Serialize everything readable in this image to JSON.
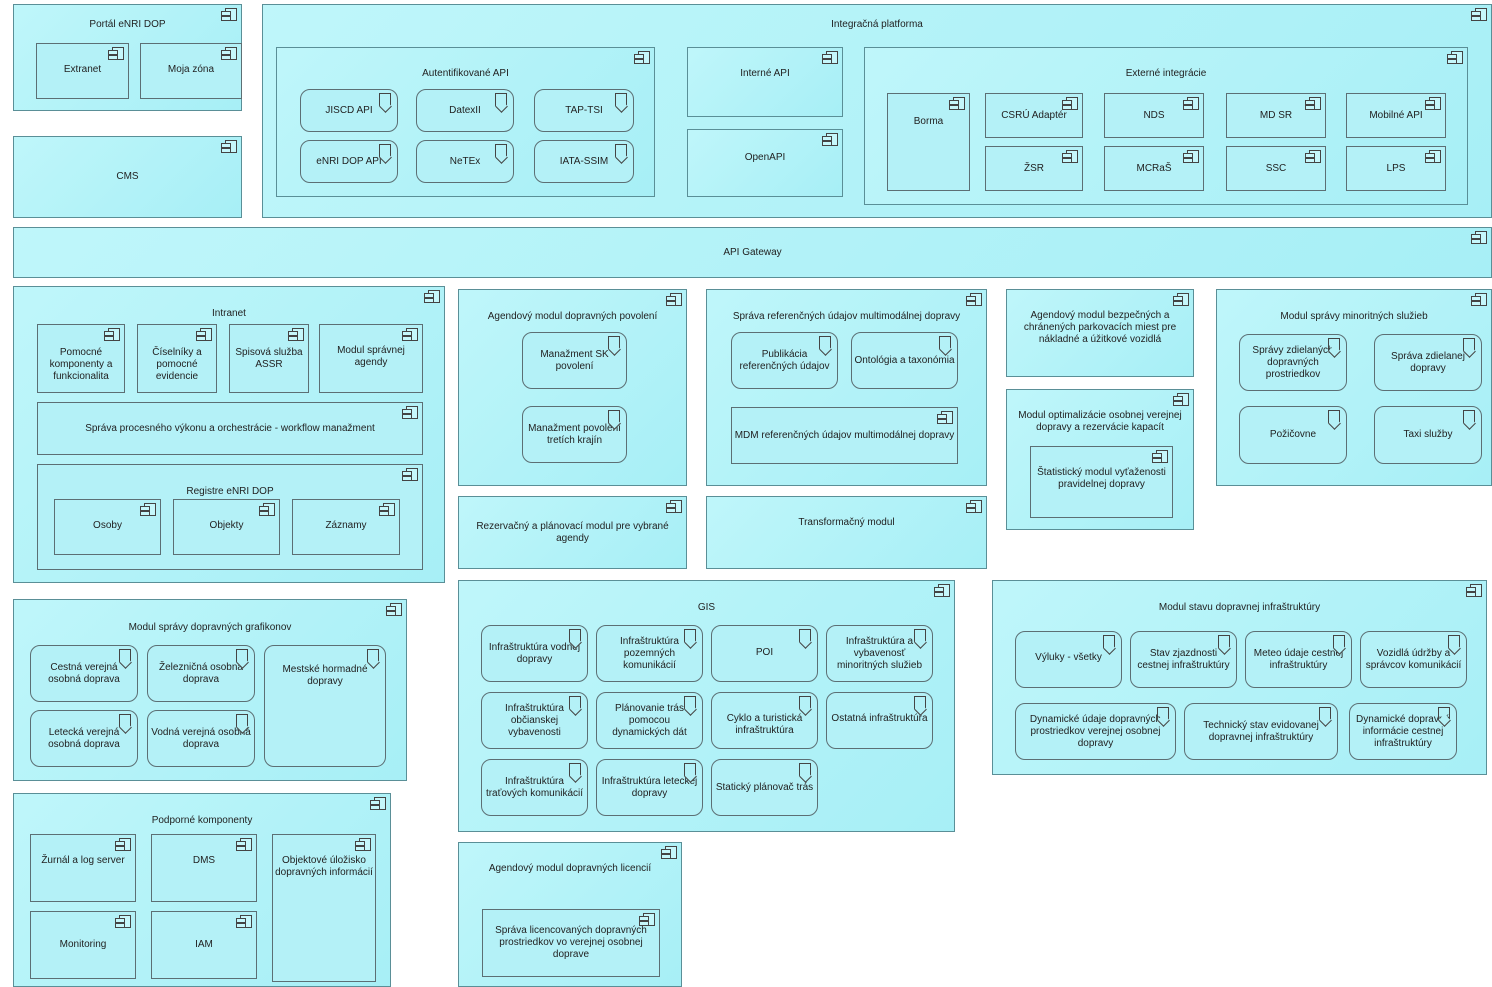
{
  "portal": {
    "title": "Portál eNRI DOP",
    "extranet": "Extranet",
    "moja_zona": "Moja zóna"
  },
  "cms": {
    "title": "CMS"
  },
  "integracna": {
    "title": "Integračná platforma",
    "auth": {
      "title": "Autentifikované API",
      "items": [
        "JISCD API",
        "DatexII",
        "TAP-TSI",
        "eNRI DOP API",
        "NeTEx",
        "IATA-SSIM"
      ]
    },
    "interne_api": "Interné API",
    "openapi": "OpenAPI",
    "externe": {
      "title": "Externé integrácie",
      "items": [
        "Borma",
        "CSRÚ Adaptér",
        "NDS",
        "MD SR",
        "Mobilné API",
        "ŽSR",
        "MCRaŠ",
        "SSC",
        "LPS"
      ]
    }
  },
  "api_gateway": "API Gateway",
  "intranet": {
    "title": "Intranet",
    "items": [
      "Pomocné komponenty a funkcionalita",
      "Číselníky a pomocné evidencie",
      "Spisová služba ASSR",
      "Modul správnej agendy"
    ],
    "workflow": "Správa procesného výkonu a orchestrácie - workflow manažment",
    "registre": {
      "title": "Registre eNRI DOP",
      "items": [
        "Osoby",
        "Objekty",
        "Záznamy"
      ]
    }
  },
  "povolenia": {
    "title": "Agendový modul dopravných povolení",
    "items": [
      "Manažment SK povolení",
      "Manažment povolení tretích krajín"
    ]
  },
  "rezervacny": "Rezervačný a plánovací modul pre vybrané agendy",
  "referencne": {
    "title": "Správa referenčných údajov multimodálnej dopravy",
    "items": [
      "Publikácia referenčných údajov",
      "Ontológia a taxonómia"
    ],
    "mdm": "MDM referenčných údajov multimodálnej dopravy"
  },
  "transformacny": "Transformačný modul",
  "parkovacie": "Agendový modul bezpečných a chránených parkovacích miest pre nákladné a úžitkové vozidlá",
  "optimalizacia": {
    "title": "Modul optimalizácie osobnej verejnej dopravy a rezervácie kapacít",
    "stat": "Štatistický modul vyťaženosti pravidelnej dopravy"
  },
  "minoritne": {
    "title": "Modul správy minoritných služieb",
    "items": [
      "Správy zdielaných dopravných prostriedkov",
      "Správa zdielanej dopravy",
      "Požičovne",
      "Taxi služby"
    ]
  },
  "grafikony": {
    "title": "Modul správy dopravných grafikonov",
    "items": [
      "Cestná verejná osobná doprava",
      "Železničná osobná doprava",
      "Mestské hormadné dopravy",
      "Letecká verejná osobná doprava",
      "Vodná verejná osobná doprava"
    ]
  },
  "gis": {
    "title": "GIS",
    "items": [
      "Infraštruktúra vodnej dopravy",
      "Infraštruktúra pozemných komunikácií",
      "POI",
      "Infraštruktúra a vybavenosť minoritných služieb",
      "Infraštruktúra občianskej vybavenosti",
      "Plánovanie trás pomocou dynamických dát",
      "Cyklo a turistická infraštruktúra",
      "Ostatná infraštruktúra",
      "Infraštruktúra traťových komunikácií",
      "Infraštruktúra leteckej dopravy",
      "Statický plánovač trás"
    ]
  },
  "stav": {
    "title": "Modul stavu dopravnej infraštruktúry",
    "items": [
      "Výluky - všetky",
      "Stav zjazdnosti cestnej infraštruktúry",
      "Meteo údaje cestnej infraštruktúry",
      "Vozidlá údržby a správcov komunikácií",
      "Dynamické údaje dopravných prostriedkov verejnej osobnej dopravy",
      "Technický stav evidovanej dopravnej infraštruktúry",
      "Dynamické dopravné informácie cestnej infraštruktúry"
    ]
  },
  "podporne": {
    "title": "Podporné komponenty",
    "items": [
      "Žurnál a log server",
      "DMS",
      "Objektové úložisko dopravných informácií",
      "Monitoring",
      "IAM"
    ]
  },
  "licencie": {
    "title": "Agendový modul dopravných licencií",
    "item": "Správa licencovaných dopravných prostriedkov vo verejnej osobnej doprave"
  }
}
